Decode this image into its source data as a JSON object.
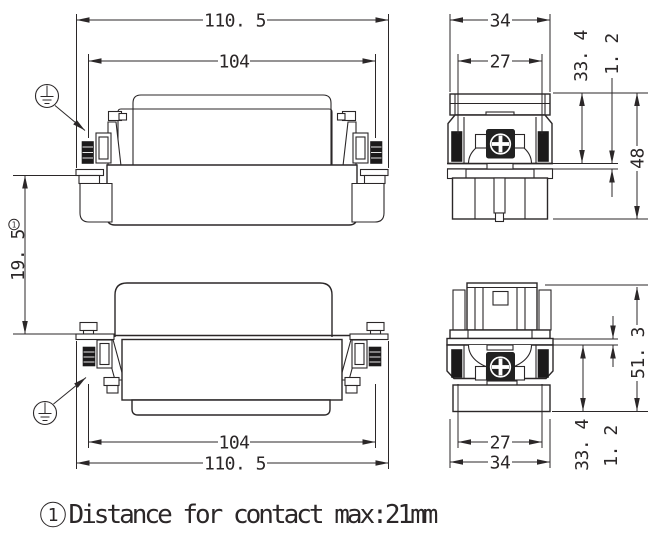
{
  "colors": {
    "line": "#2b2728",
    "fill_black": "#1c1a1b",
    "background": "#ffffff"
  },
  "dims": {
    "top_front": {
      "overall_width": "110. 5",
      "contact_spacing": "104"
    },
    "top_side": {
      "overall_width": "34",
      "inner_spacing": "27",
      "upper_height": "33. 4",
      "lip_thickness": "1. 2",
      "total_height": "48"
    },
    "vertical": {
      "contact_distance": "19. 5",
      "ref_marker": "1"
    },
    "bottom_front": {
      "contact_spacing": "104",
      "overall_width": "110. 5"
    },
    "bottom_side": {
      "inner_spacing": "27",
      "overall_width": "34",
      "lower_height": "33. 4",
      "lip_thickness": "1. 2",
      "total_height": "51. 3"
    }
  },
  "footnote": {
    "marker": "1",
    "text": "Distance for contact max:21mm"
  },
  "symbols": {
    "earth_icon": "protective-earth"
  }
}
